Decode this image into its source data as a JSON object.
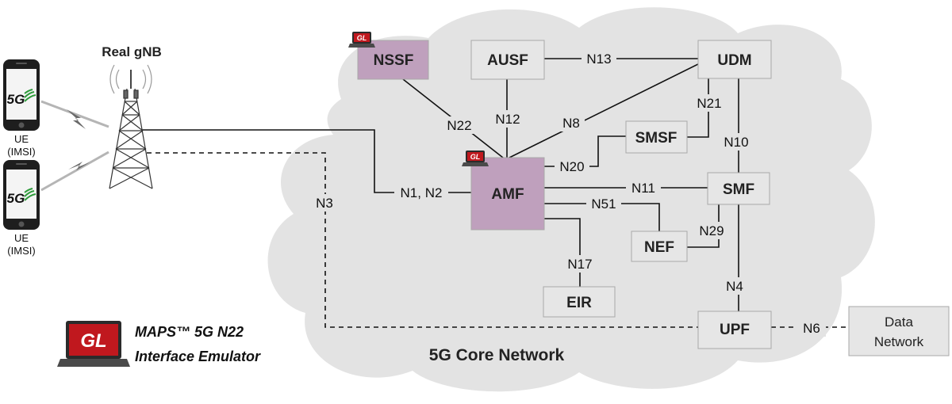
{
  "colors": {
    "cloud": "#e3e3e3",
    "node_fill": "#e6e6e6",
    "highlight_fill": "#bfa0bd",
    "gl_red": "#c0181e",
    "line": "#111111"
  },
  "labels": {
    "real_gnb": "Real gNB",
    "core_network": "5G Core Network",
    "ue_1": "UE",
    "ue_1_sub": "(IMSI)",
    "ue_2": "UE",
    "ue_2_sub": "(IMSI)",
    "phone_badge_1": "5G",
    "phone_badge_2": "5G",
    "maps_line_1": "MAPS™ 5G N22",
    "maps_line_2": "Interface Emulator",
    "gl_logo": "GL"
  },
  "nodes": {
    "nssf": "NSSF",
    "ausf": "AUSF",
    "udm": "UDM",
    "smsf": "SMSF",
    "amf": "AMF",
    "smf": "SMF",
    "nef": "NEF",
    "eir": "EIR",
    "upf": "UPF",
    "data_network_line_1": "Data",
    "data_network_line_2": "Network"
  },
  "edges": {
    "n1n2": "N1, N2",
    "n3": "N3",
    "n4": "N4",
    "n6": "N6",
    "n8": "N8",
    "n10": "N10",
    "n11": "N11",
    "n12": "N12",
    "n13": "N13",
    "n17": "N17",
    "n20": "N20",
    "n21": "N21",
    "n22": "N22",
    "n29": "N29",
    "n51": "N51"
  }
}
